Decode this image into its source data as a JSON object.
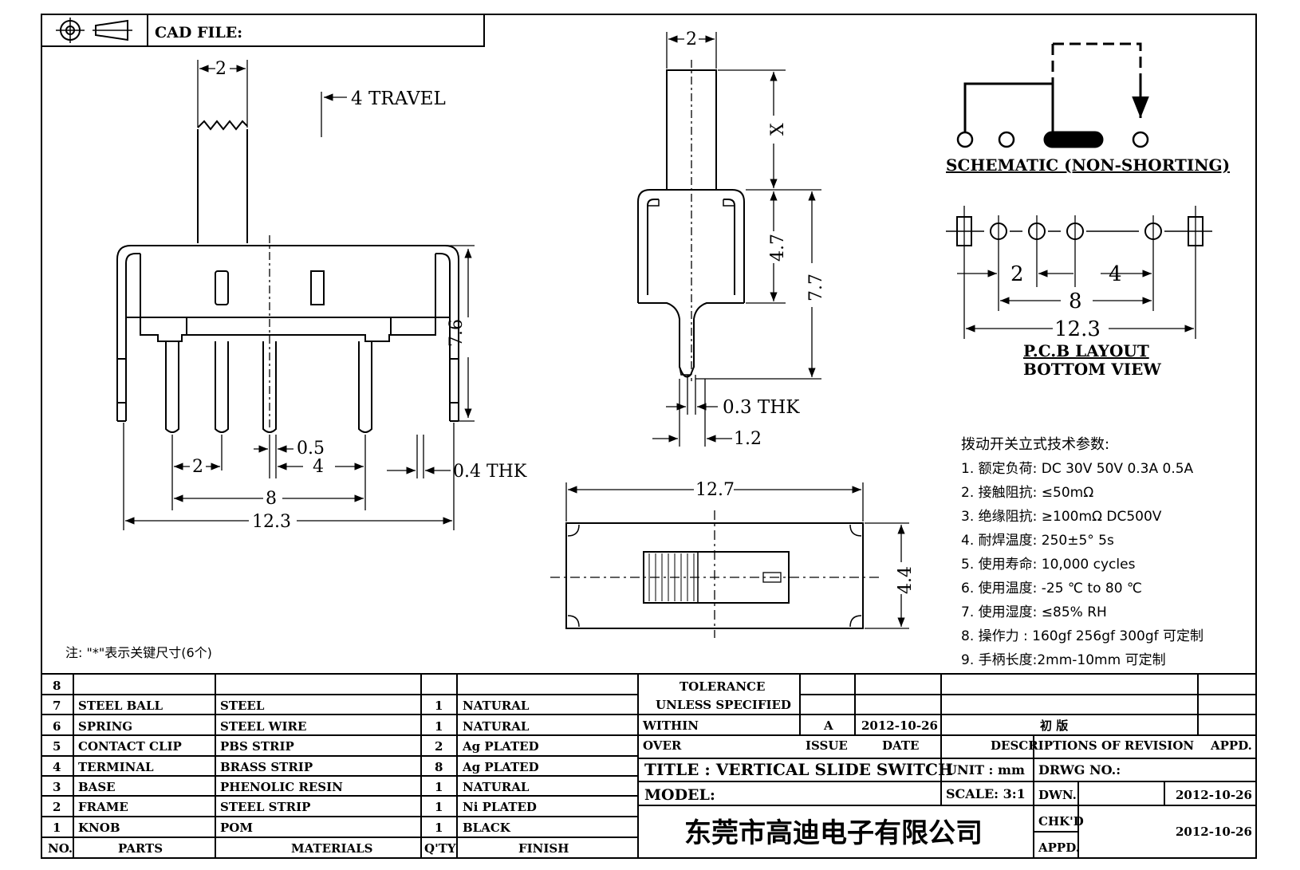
{
  "title_block": {
    "cad_file_label": "CAD FILE:",
    "tolerance_line1": "TOLERANCE",
    "tolerance_line2": "UNLESS   SPECIFIED",
    "within": "WITHIN",
    "over": "OVER",
    "revision_issue": "A",
    "revision_date": "2012-10-26",
    "revision_desc": "初  版",
    "issue_label": "ISSUE",
    "date_label": "DATE",
    "desc_label": "DESCRIPTIONS  OF  REVISION",
    "appd_label": "APPD.",
    "title": "TITLE :   VERTICAL  SLIDE  SWITCH",
    "unit": "UNIT :   mm",
    "drwg_no": "DRWG NO.:",
    "model": "MODEL:",
    "scale": "SCALE:   3:1",
    "dwn_label": "DWN.",
    "dwn_date": "2012-10-26",
    "chkd_label": "CHK'D",
    "chkd_date": "2012-10-26",
    "appd2_label": "APPD.",
    "company": "东莞市高迪电子有限公司"
  },
  "bom": {
    "headers": [
      "NO.",
      "PARTS",
      "MATERIALS",
      "Q'TY",
      "FINISH"
    ],
    "rows": [
      [
        "8",
        "",
        "",
        "",
        ""
      ],
      [
        "7",
        "STEEL BALL",
        "STEEL",
        "1",
        "NATURAL"
      ],
      [
        "6",
        "SPRING",
        "STEEL WIRE",
        "1",
        "NATURAL"
      ],
      [
        "5",
        "CONTACT CLIP",
        "PBS STRIP",
        "2",
        "Ag PLATED"
      ],
      [
        "4",
        "TERMINAL",
        "BRASS STRIP",
        "8",
        "Ag PLATED"
      ],
      [
        "3",
        "BASE",
        "PHENOLIC RESIN",
        "1",
        "NATURAL"
      ],
      [
        "2",
        "FRAME",
        "STEEL STRIP",
        "1",
        "Ni PLATED"
      ],
      [
        "1",
        "KNOB",
        "POM",
        "1",
        "BLACK"
      ]
    ]
  },
  "front_view": {
    "dim_top": "2",
    "travel": "4  TRAVEL",
    "height": "7.6",
    "pitch_a": "2",
    "pin_w": "0.5",
    "pitch_b": "4",
    "thk": "0.4  THK",
    "span": "8",
    "total": "12.3"
  },
  "side_view": {
    "dim_top": "2",
    "x": "X",
    "h1": "4.7",
    "h2": "7.7",
    "thk": "0.3  THK",
    "w": "1.2"
  },
  "top_view": {
    "width": "12.7",
    "height": "4.4"
  },
  "schematic": {
    "label": "SCHEMATIC  (NON-SHORTING)"
  },
  "pcb": {
    "d1": "2",
    "d2": "4",
    "d3": "8",
    "d4": "12.3",
    "label1": "P.C.B  LAYOUT",
    "label2": "BOTTOM  VIEW"
  },
  "specs": {
    "heading": "拨动开关立式技术参数:",
    "items": [
      "1.  额定负荷: DC 30V    50V    0.3A    0.5A",
      "2.  接触阻抗:  ≤50mΩ",
      "3.  绝缘阻抗:  ≥100mΩ   DC500V",
      "4.  耐焊温度: 250±5°  5s",
      "5.  使用寿命: 10,000 cycles",
      "6.  使用温度: -25  ℃  to 80  ℃",
      "7.  使用湿度:  ≤85% RH",
      "8.  操作力 : 160gf    256gf    300gf   可定制",
      "9.  手柄长度:2mm-10mm   可定制"
    ]
  },
  "note": "注: \"*\"表示关键尺寸(6个)"
}
